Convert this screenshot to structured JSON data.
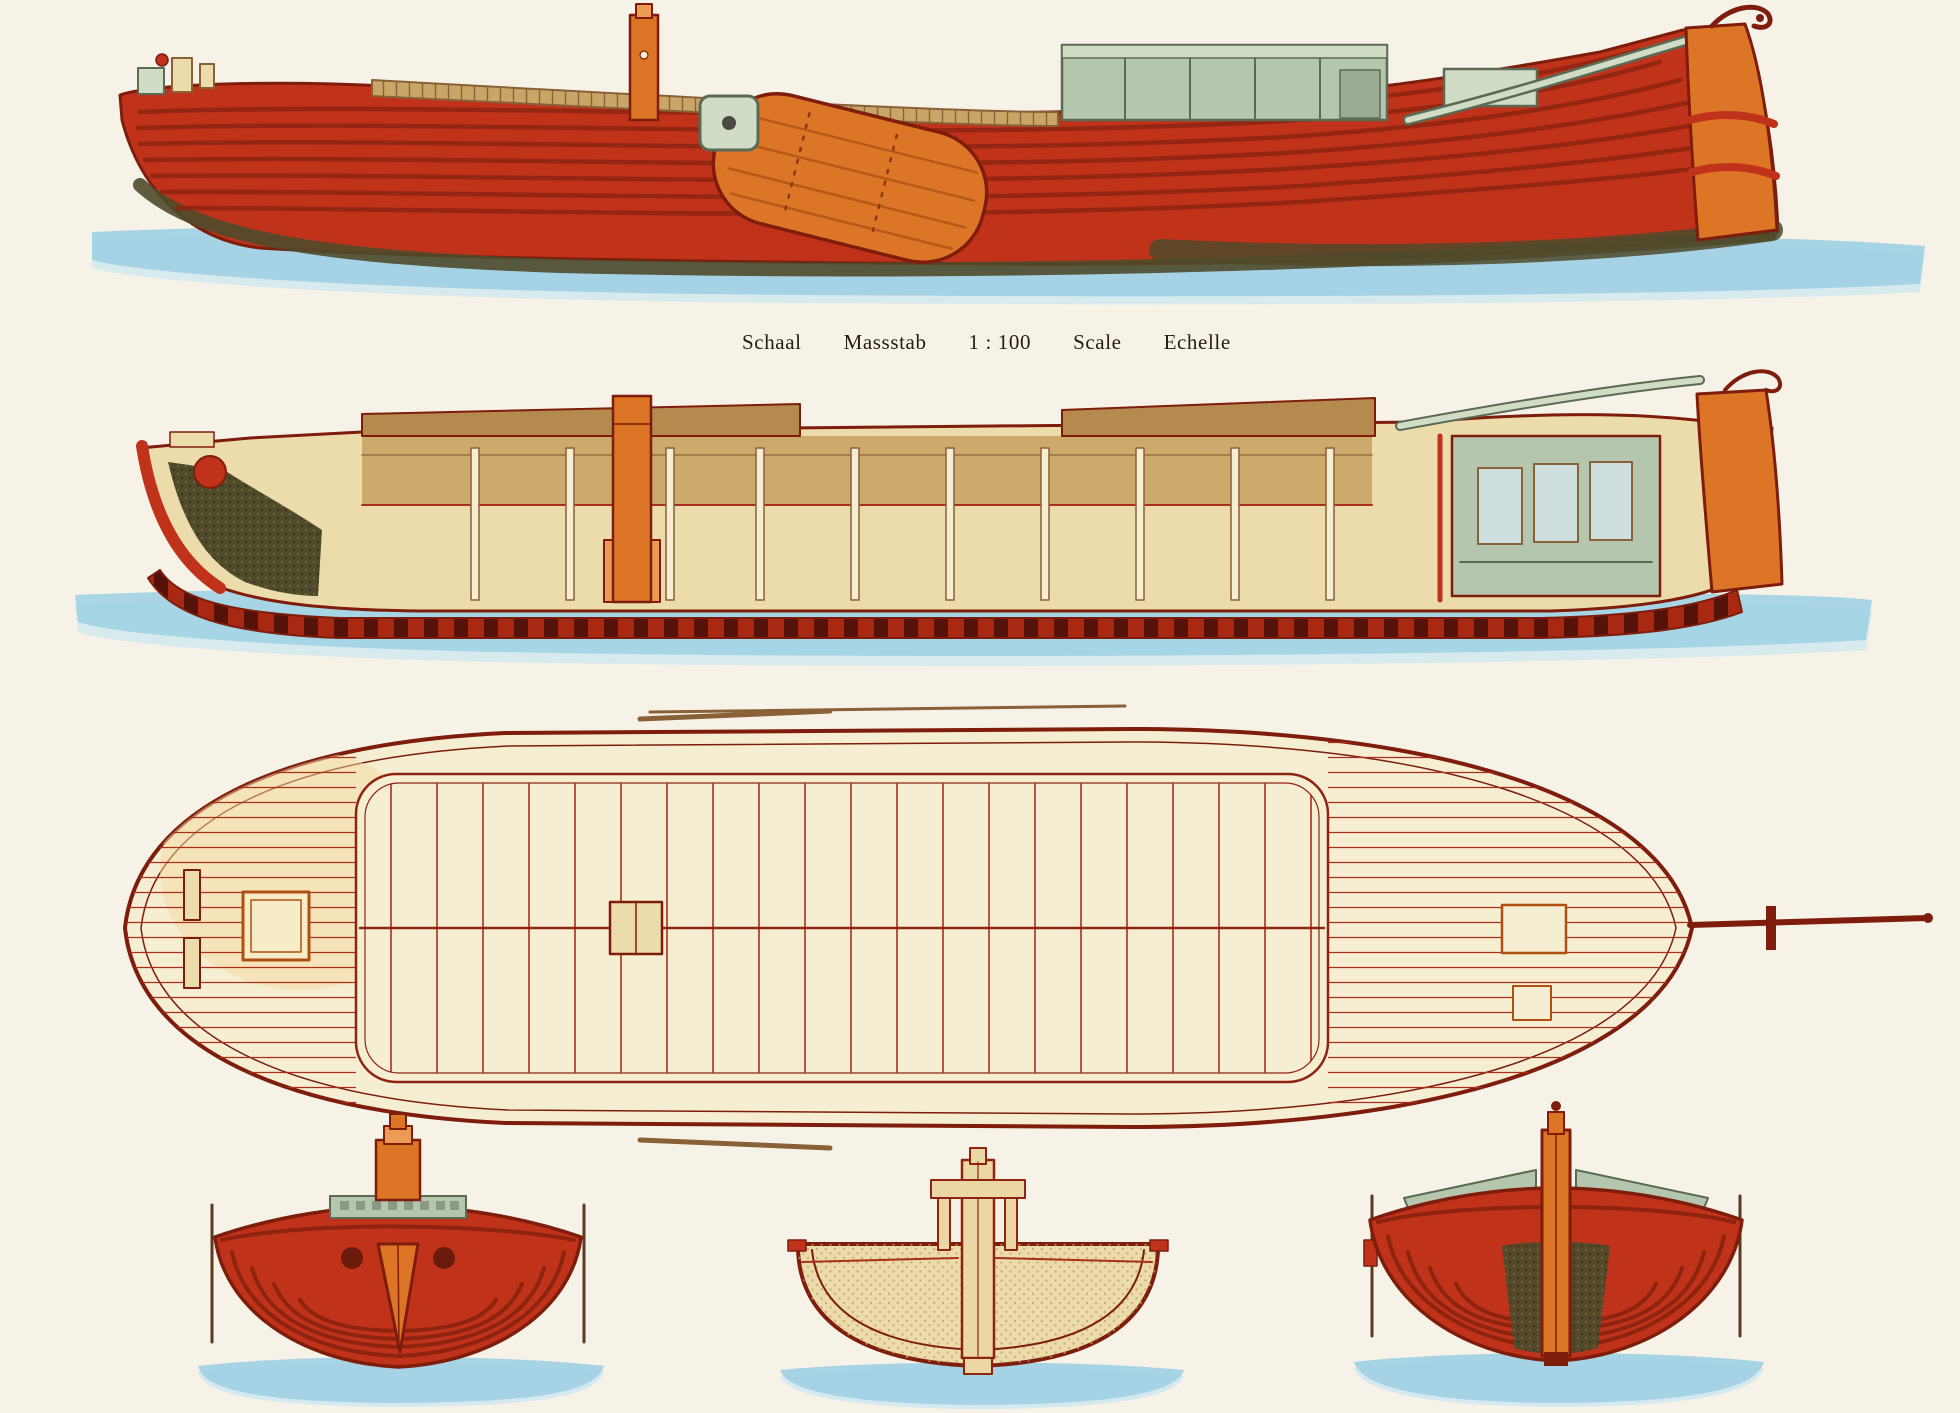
{
  "caption": {
    "words": [
      "Schaal",
      "Massstab",
      "1 : 100",
      "Scale",
      "Echelle"
    ]
  },
  "colors": {
    "paper": "#f6f2e7",
    "ink": "#241c12",
    "hull_red": "#c0331a",
    "hull_dark": "#7e1d0c",
    "strake": "#8e2410",
    "keel_red": "#a82812",
    "orange": "#dd7527",
    "orange_light": "#eb9c52",
    "cream": "#ecdcab",
    "cream_light": "#f6eed2",
    "tan": "#c9a668",
    "brown": "#8a6036",
    "cabin_green": "#b5c6ae",
    "cabin_green_light": "#d0dcc6",
    "window_blue": "#cfdfe0",
    "water": "#a2d2e4",
    "water_light": "#cfe8f1",
    "dark_moss": "#4f4a2a"
  }
}
